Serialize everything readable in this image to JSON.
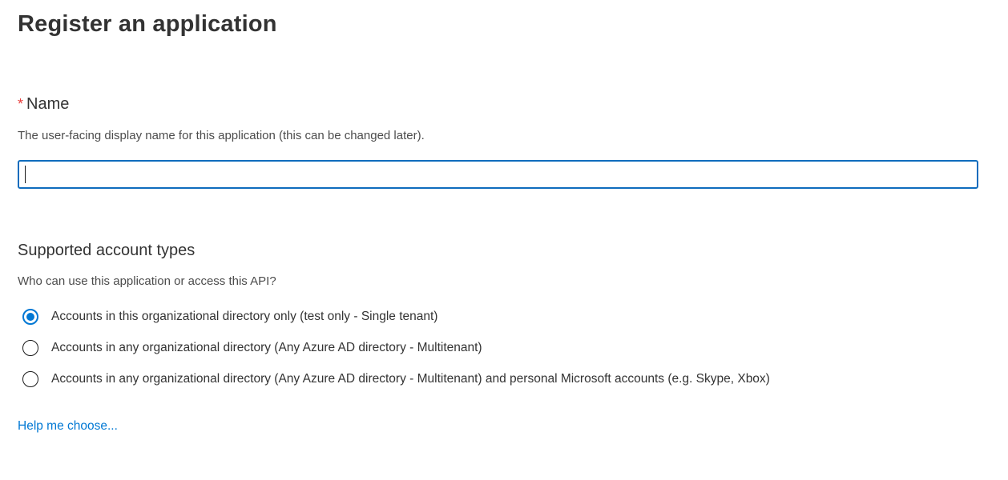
{
  "page": {
    "title": "Register an application"
  },
  "colors": {
    "accent": "#0078d4",
    "focus_border": "#0f6cbd",
    "required_red": "#e83e3c",
    "text_primary": "#333333",
    "text_secondary": "#4c4c4c"
  },
  "name_field": {
    "required_marker": "*",
    "label": "Name",
    "description": "The user-facing display name for this application (this can be changed later).",
    "value": "",
    "placeholder": ""
  },
  "account_types": {
    "heading": "Supported account types",
    "question": "Who can use this application or access this API?",
    "options": [
      {
        "label": "Accounts in this organizational directory only (test only - Single tenant)",
        "selected": true
      },
      {
        "label": "Accounts in any organizational directory (Any Azure AD directory - Multitenant)",
        "selected": false
      },
      {
        "label": "Accounts in any organizational directory (Any Azure AD directory - Multitenant) and personal Microsoft accounts (e.g. Skype, Xbox)",
        "selected": false
      }
    ],
    "help_link_label": "Help me choose..."
  }
}
